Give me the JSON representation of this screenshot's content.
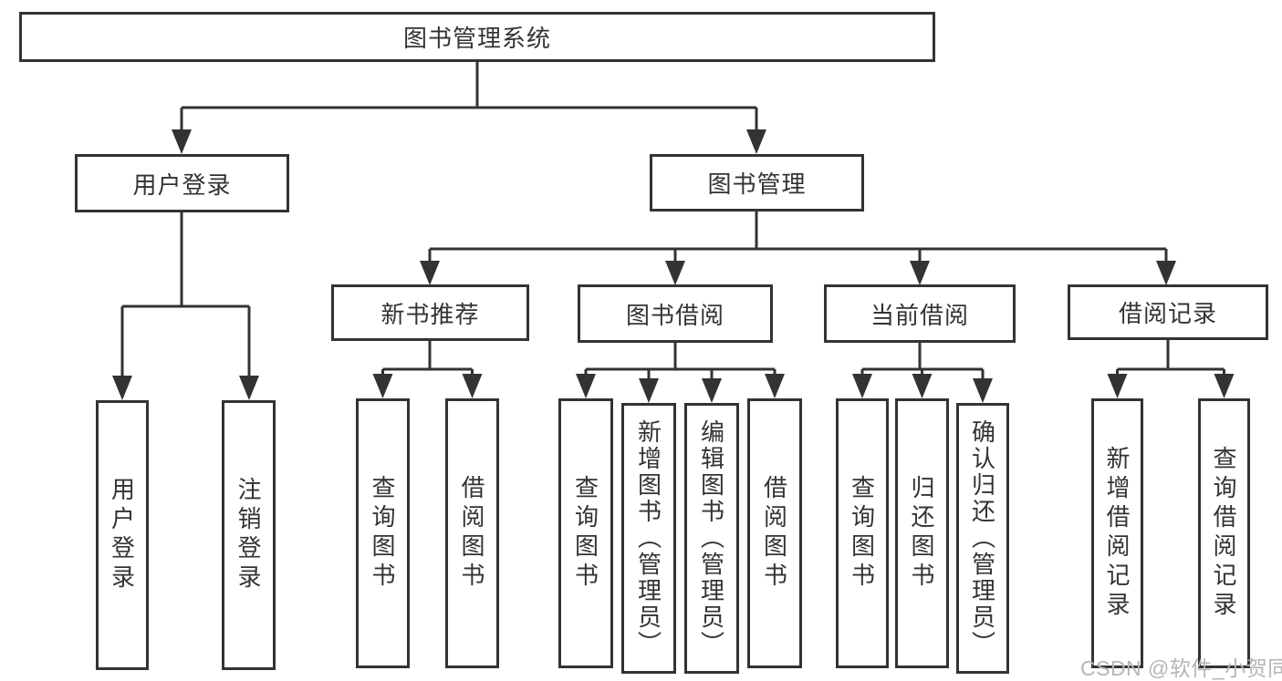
{
  "diagram": {
    "root": "图书管理系统",
    "branches": [
      {
        "label": "用户登录",
        "leaves": [
          "用户登录",
          "注销登录"
        ]
      },
      {
        "label": "图书管理",
        "children": [
          {
            "label": "新书推荐",
            "leaves": [
              "查询图书",
              "借阅图书"
            ]
          },
          {
            "label": "图书借阅",
            "leaves": [
              "查询图书",
              "新增图书（管理员）",
              "编辑图书（管理员）",
              "借阅图书"
            ]
          },
          {
            "label": "当前借阅",
            "leaves": [
              "查询图书",
              "归还图书",
              "确认归还（管理员）"
            ]
          },
          {
            "label": "借阅记录",
            "leaves": [
              "新增借阅记录",
              "查询借阅记录"
            ]
          }
        ]
      }
    ],
    "watermark": "CSDN @软件_小贺同学",
    "colors": {
      "line": "#333333",
      "text": "#333333",
      "watermark": "#b5b5b5",
      "background": "#ffffff"
    }
  }
}
